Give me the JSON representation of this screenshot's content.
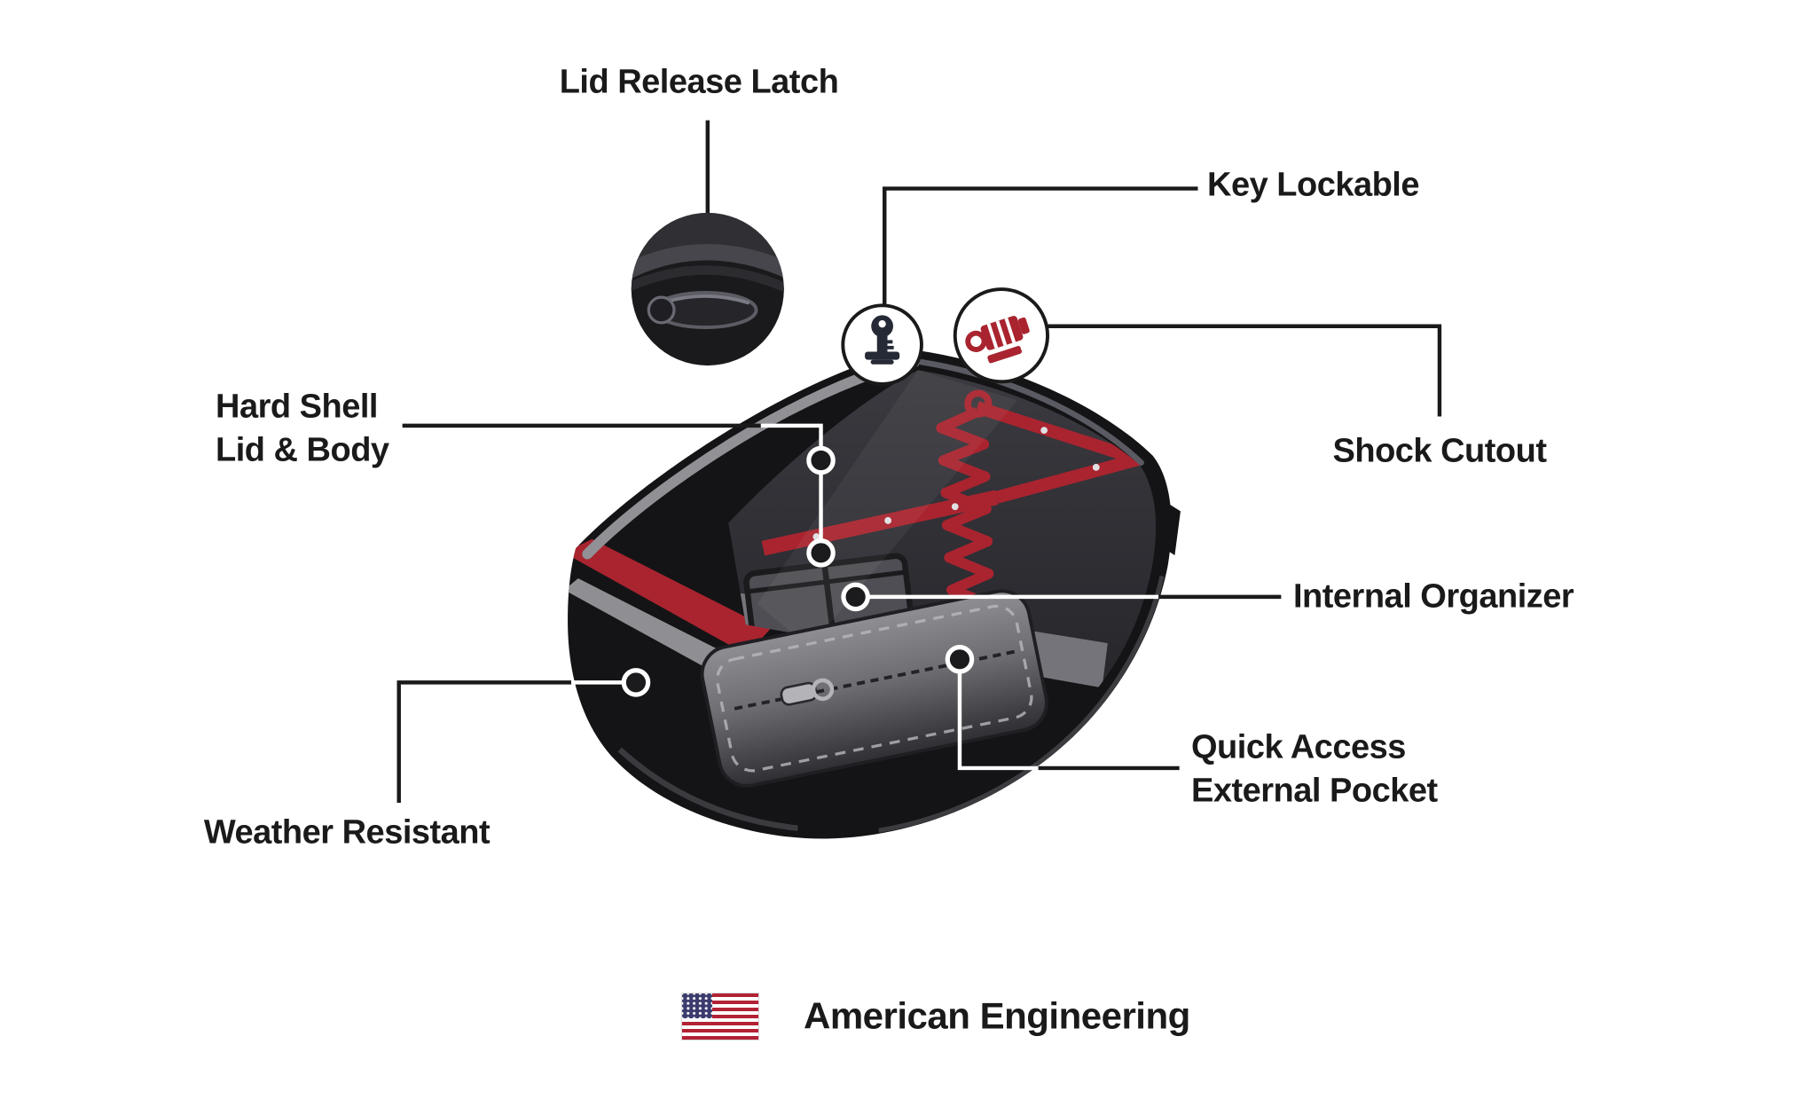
{
  "callouts": {
    "lid_release_latch": "Lid Release Latch",
    "key_lockable": "Key Lockable",
    "shock_cutout": "Shock Cutout",
    "hard_shell": {
      "line1": "Hard Shell",
      "line2": "Lid & Body"
    },
    "internal_organizer": "Internal Organizer",
    "weather_resistant": "Weather Resistant",
    "quick_access": {
      "line1": "Quick Access",
      "line2": "External Pocket"
    }
  },
  "footer": {
    "american_engineering": "American Engineering"
  },
  "icons": {
    "latch_detail": "lid-latch-close-up-photo",
    "key": "key-icon",
    "shock": "shock-absorber-icon",
    "flag": "us-flag-icon"
  },
  "colors": {
    "accent_red": "#A9242F",
    "bag_black": "#141416",
    "trim_gray": "#909095",
    "text_dark": "#1A1A1A",
    "flag_red": "#B22234",
    "flag_blue": "#3C3B6E"
  }
}
